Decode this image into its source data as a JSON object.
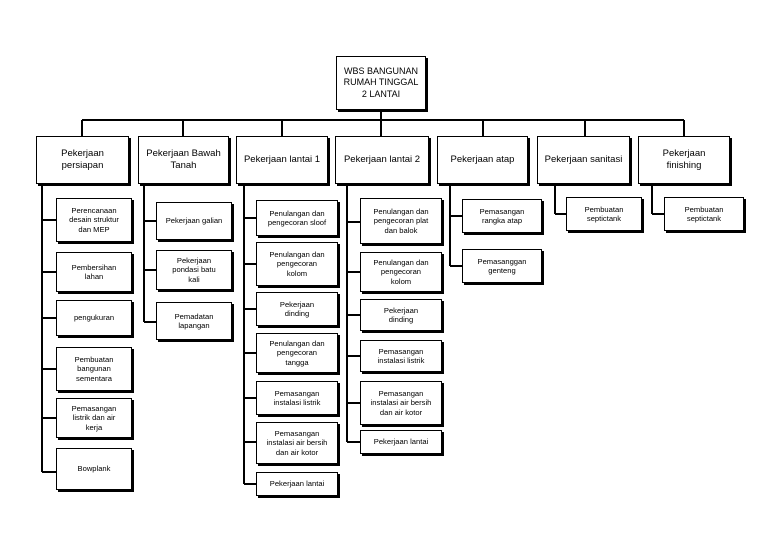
{
  "root": {
    "label": "WBS BANGUNAN\nRUMAH TINGGAL\n2 LANTAI"
  },
  "categories": [
    {
      "label": "Pekerjaan\npersiapan",
      "items": [
        "Perencanaan\ndesain struktur\ndan MEP",
        "Pembersihan\nlahan",
        "pengukuran",
        "Pembuatan\nbangunan\nsementara",
        "Pemasangan\nlistrik dan air\nkerja",
        "Bowplank"
      ]
    },
    {
      "label": "Pekerjaan Bawah\nTanah",
      "items": [
        "Pekerjaan galian",
        "Pekerjaan\npondasi batu\nkali",
        "Pemadatan\nlapangan"
      ]
    },
    {
      "label": "Pekerjaan lantai 1",
      "items": [
        "Penulangan dan\npengecoran  sloof",
        "Penulangan  dan\npengecoran\nkolom",
        "Pekerjaan\ndinding",
        "Penulangan dan\npengecoran\ntangga",
        "Pemasangan\ninstalasi listrik",
        "Pemasangan\ninstalasi air bersih\ndan air kotor",
        "Pekerjaan lantai"
      ]
    },
    {
      "label": "Pekerjaan lantai 2",
      "items": [
        "Penulangan dan\npengecoran  plat\ndan balok",
        "Penulangan  dan\npengecoran\nkolom",
        "Pekerjaan\ndinding",
        "Pemasangan\ninstalasi listrik",
        "Pemasangan\ninstalasi air bersih\ndan air kotor",
        "Pekerjaan lantai"
      ]
    },
    {
      "label": "Pekerjaan atap",
      "items": [
        "Pemasangan\nrangka atap",
        "Pemasanggan\ngenteng"
      ]
    },
    {
      "label": "Pekerjaan sanitasi",
      "items": [
        "Pembuatan\nseptictank"
      ]
    },
    {
      "label": "Pekerjaan\nfinishing",
      "items": [
        "Pembuatan\nseptictank"
      ]
    }
  ]
}
